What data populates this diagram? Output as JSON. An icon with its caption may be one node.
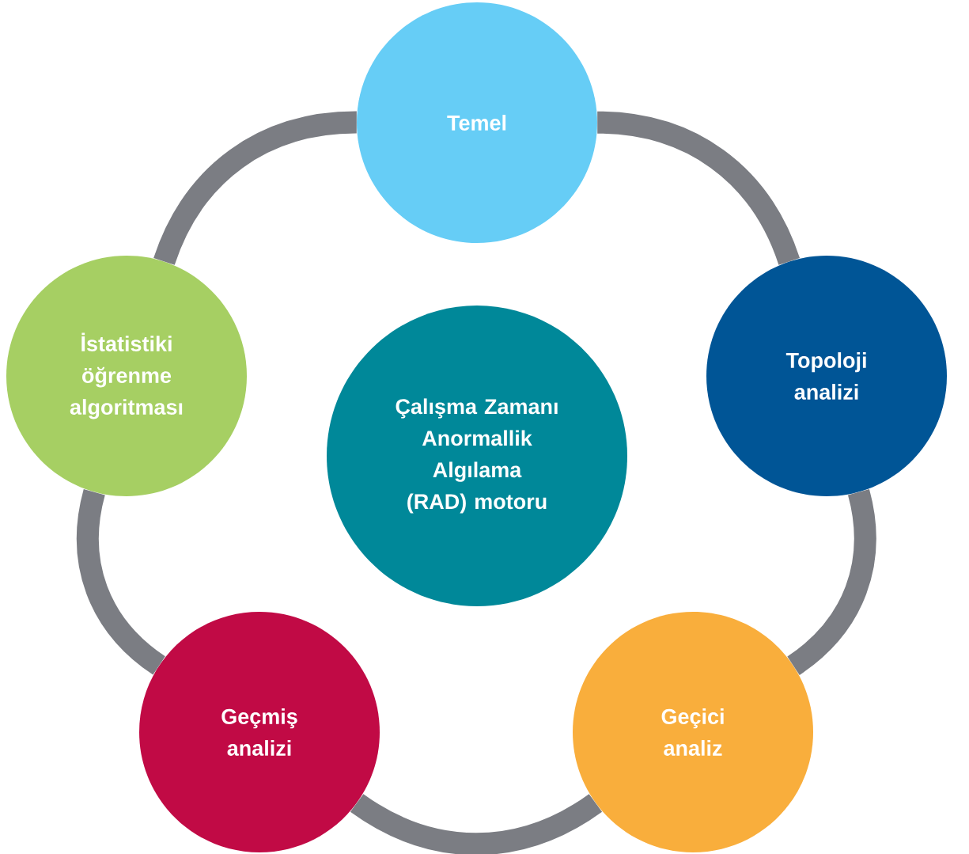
{
  "diagram": {
    "nodes": [
      {
        "text": [
          "Çalışma Zamanı Anormallik Algılama (RAD) motoru"
        ]
      },
      {
        "text": [
          "Temel"
        ]
      },
      {
        "text": [
          "Topoloji analizi"
        ]
      },
      {
        "text": [
          "Geçici analiz"
        ]
      },
      {
        "text": [
          "Geçmiş analizi"
        ]
      },
      {
        "text": [
          "İstatistiki öğrenme algoritması"
        ]
      }
    ],
    "edges": [
      {
        "from": 1,
        "to": 2,
        "arrow": "none"
      },
      {
        "from": 2,
        "to": 3,
        "arrow": "none"
      },
      {
        "from": 3,
        "to": 4,
        "arrow": "none"
      },
      {
        "from": 4,
        "to": 5,
        "arrow": "none"
      },
      {
        "from": 5,
        "to": 1,
        "arrow": "none"
      }
    ]
  }
}
